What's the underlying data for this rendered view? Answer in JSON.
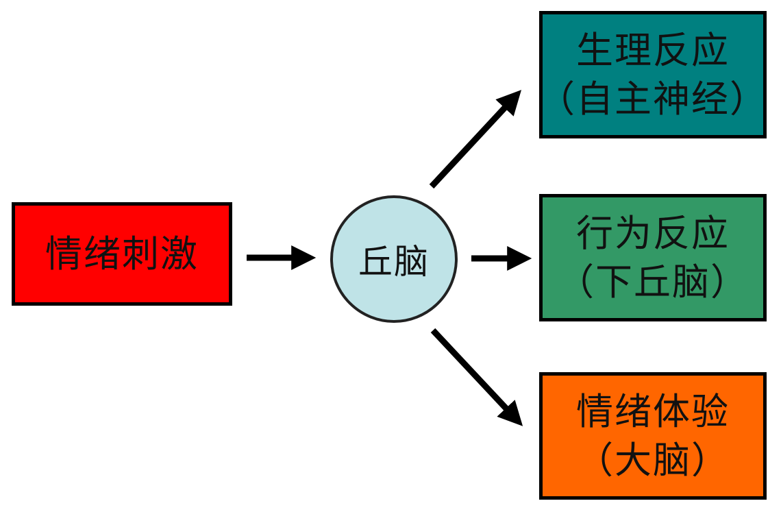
{
  "colors": {
    "stimulus": "#ff0000",
    "thalamus": "#bfe3e7",
    "physiological": "#008080",
    "behavioral": "#339966",
    "experience": "#ff6600",
    "arrow": "#000000"
  },
  "nodes": {
    "stimulus": {
      "line1": "情绪刺激"
    },
    "thalamus": {
      "label": "丘脑"
    },
    "physiological": {
      "line1": "生理反应",
      "line2": "（自主神经）"
    },
    "behavioral": {
      "line1": "行为反应",
      "line2": "（下丘脑）"
    },
    "experience": {
      "line1": "情绪体验",
      "line2": "（大脑）"
    }
  },
  "edges": [
    {
      "from": "stimulus",
      "to": "thalamus"
    },
    {
      "from": "thalamus",
      "to": "physiological"
    },
    {
      "from": "thalamus",
      "to": "behavioral"
    },
    {
      "from": "thalamus",
      "to": "experience"
    }
  ]
}
